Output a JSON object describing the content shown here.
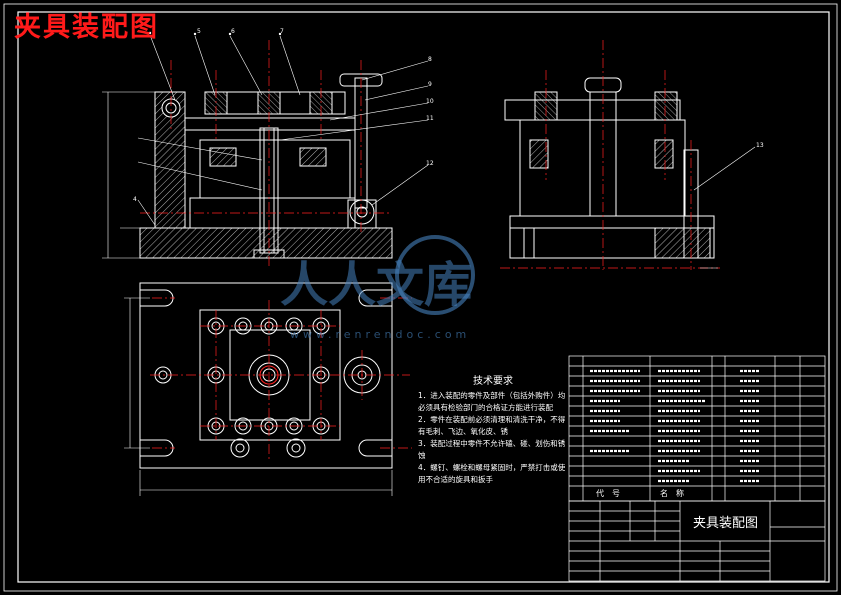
{
  "drawing": {
    "overlay_title": "夹具装配图",
    "titleblock_title": "夹具装配图",
    "tech_requirements": {
      "title": "技术要求",
      "items": [
        "1．进入装配的零件及部件（包括外购件）均必须具有检验部门的合格证方能进行装配",
        "2．零件在装配前必须清理和清洗干净，不得有毛刺、飞边、氧化皮、锈",
        "3．装配过程中零件不允许磕、碰、划伤和锈蚀",
        "4．螺钉、螺栓和螺母紧固时，严禁打击或使用不合适的旋具和扳手"
      ]
    },
    "bom_header": {
      "code": "代　号",
      "name": "名　称"
    },
    "callouts": [
      "5",
      "6",
      "7",
      "8",
      "9",
      "10",
      "11",
      "12",
      "13",
      "4"
    ],
    "watermark": {
      "text": "人人文库",
      "url": "www.renrendoc.com"
    }
  },
  "colors": {
    "line": "#ffffff",
    "center": "#ff2020",
    "accent": "#ffff00",
    "cyan": "#00ffff",
    "green": "#00ff00",
    "watermark": "#4682be"
  }
}
